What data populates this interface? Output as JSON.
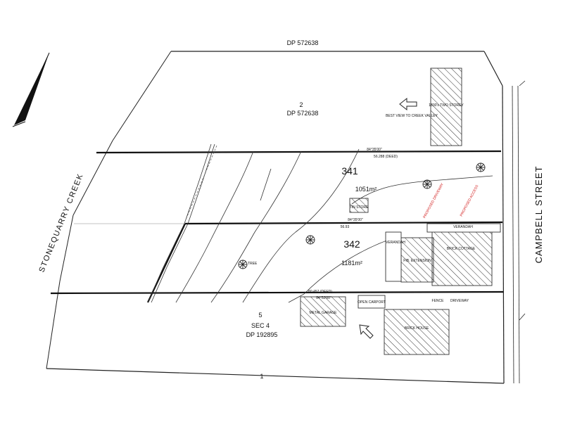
{
  "plan": {
    "top_parcel_dp": "DP 572638",
    "lot2": {
      "number": "2",
      "dp": "DP 572638"
    },
    "lot341": {
      "number": "341",
      "area": "1051m²"
    },
    "lot342": {
      "number": "342",
      "area": "1181m²"
    },
    "lot5": {
      "number": "5",
      "sec": "SEC 4",
      "dp": "DP 192895"
    },
    "bottom_lot": "1",
    "street": "CAMPBELL STREET",
    "creek": "STONEQUARRY CREEK"
  },
  "small_labels": {
    "boundary_upper": "56.288 (DEED)",
    "boundary_upper_bearing": "84°35'00\"",
    "boundary_mid": "56.93",
    "boundary_mid_bearing": "84°35'00\"",
    "boundary_lower": "80.457 (DEED)",
    "boundary_lower_bearing": "84°52'00\"",
    "veranda_upper": "VERANDAH",
    "veranda_mid": "VERANDAH",
    "cottage": "BRICK COTTAGE",
    "ext": "FIB. EXTENSION",
    "metal_garage": "METAL GARAGE",
    "open_carport": "OPEN CARPORT",
    "brick_house": "BRICK HOUSE",
    "driveway": "DRIVEWAY",
    "fence": "FENCE",
    "store": "TIN STORE",
    "view_note": "BEST VIEW TO CREEK VALLEY",
    "hist_note": "1830's TWO STOREY",
    "red_note_1": "PROPOSED DRIVEWAY",
    "red_note_2": "PROPOSED ACCESS",
    "tree": "TREE"
  }
}
